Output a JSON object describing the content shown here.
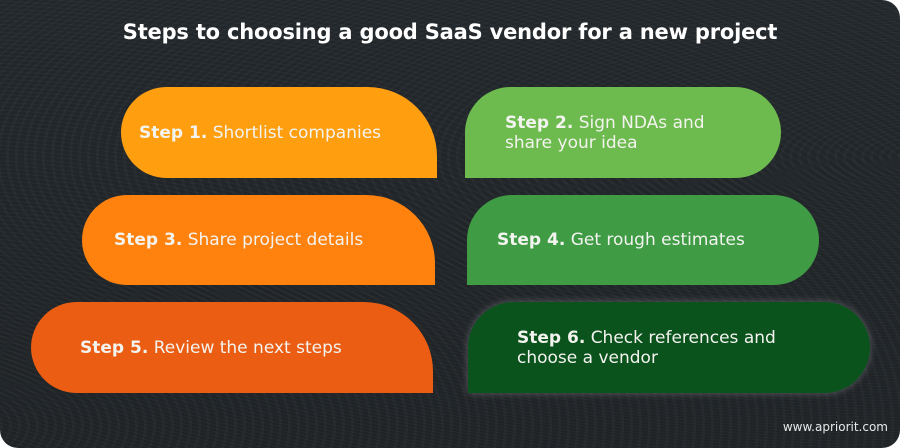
{
  "title": "Steps to choosing a good SaaS vendor for a new project",
  "steps": [
    {
      "label": "Step 1.",
      "text": "Shortlist companies",
      "color": "#ff9f10"
    },
    {
      "label": "Step 2.",
      "text": "Sign NDAs and share your idea",
      "color": "#6dba4e"
    },
    {
      "label": "Step 3.",
      "text": "Share project details",
      "color": "#ff820f"
    },
    {
      "label": "Step 4.",
      "text": "Get rough estimates",
      "color": "#3f9c45"
    },
    {
      "label": "Step 5.",
      "text": "Review the next steps",
      "color": "#ea5d13"
    },
    {
      "label": "Step 6.",
      "text": "Check references and choose a vendor",
      "color": "#0b531c"
    }
  ],
  "footer": {
    "url": "www.apriorit.com"
  },
  "colors": {
    "background": "#22272b",
    "text": "#ffffff"
  }
}
